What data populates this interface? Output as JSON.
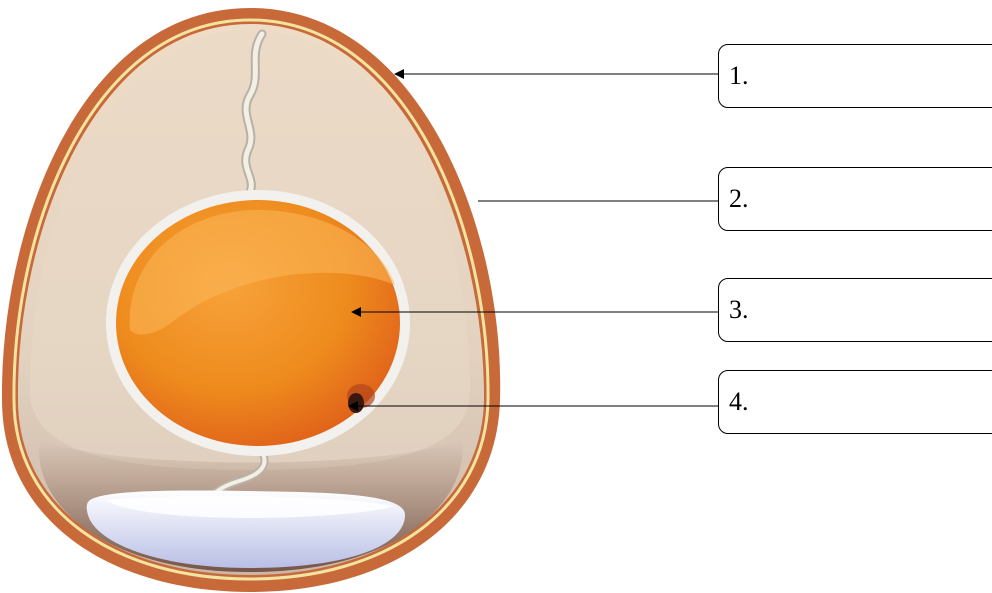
{
  "labels": [
    {
      "text": "1."
    },
    {
      "text": "2."
    },
    {
      "text": "3."
    },
    {
      "text": "4."
    }
  ],
  "colors": {
    "shell": "#c8693a",
    "membrane": "#f2e3a0",
    "albumen": "#e6d6c1",
    "yolk": "#ee8b1d",
    "air_cell": "#e8e6f3",
    "chalaza": "#f1ece0",
    "germinal_disc": "#3a1a10"
  }
}
